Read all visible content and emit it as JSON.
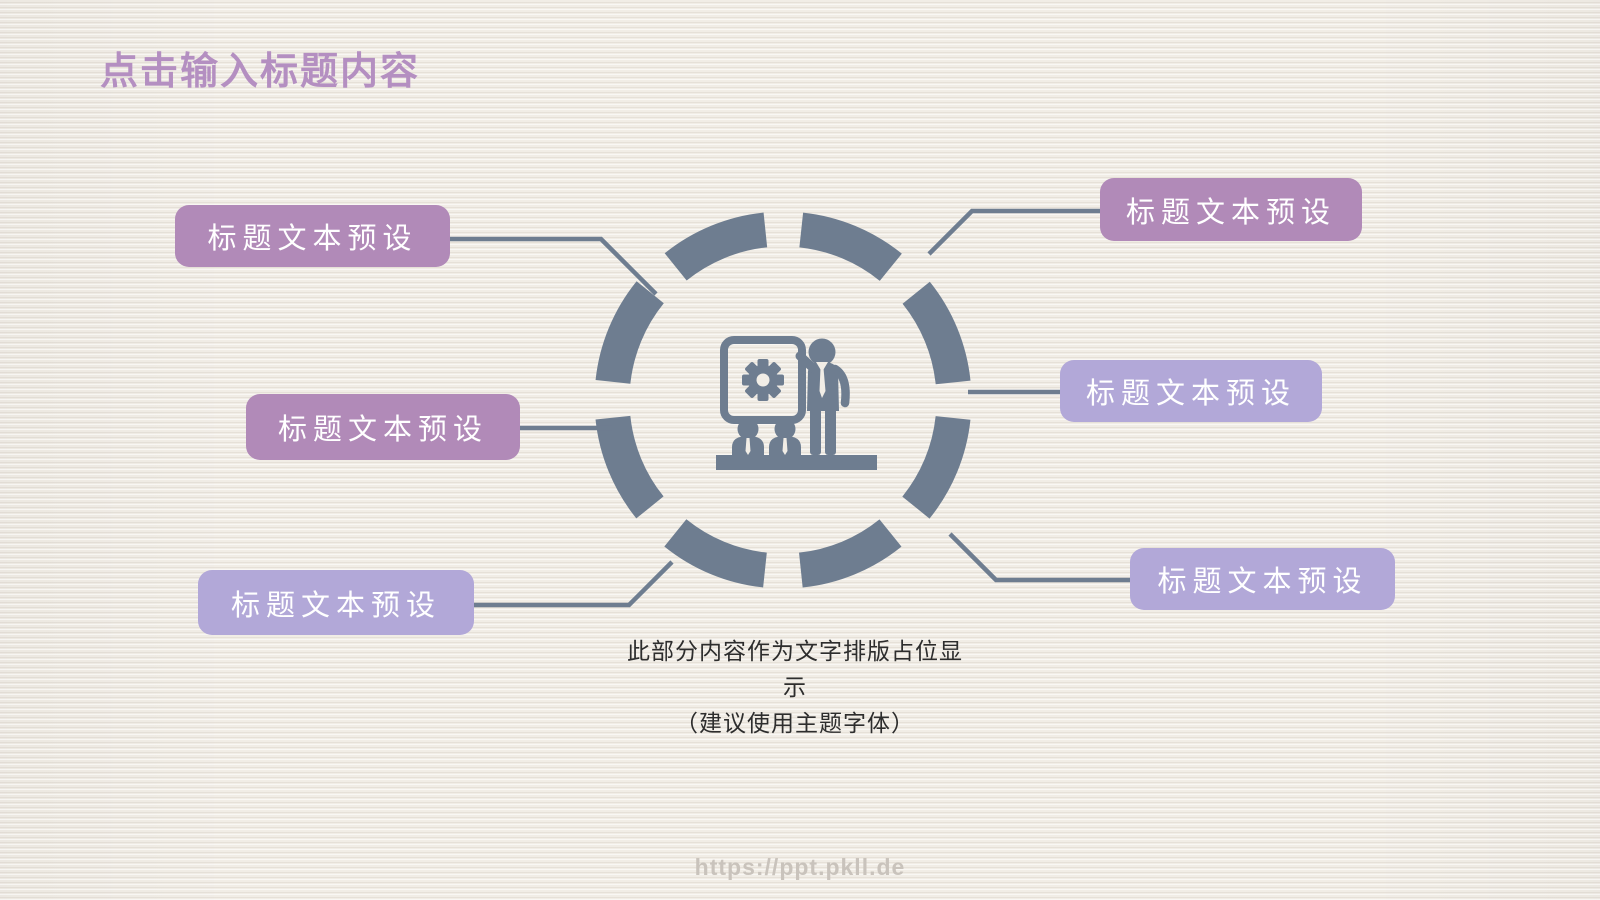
{
  "slide": {
    "title": "点击输入标题内容",
    "boxes": [
      {
        "id": "top-left",
        "label": "标题文本预设",
        "color": "#b18ab8"
      },
      {
        "id": "middle-left",
        "label": "标题文本预设",
        "color": "#b18ab8"
      },
      {
        "id": "bottom-left",
        "label": "标题文本预设",
        "color": "#b2a8d8"
      },
      {
        "id": "top-right",
        "label": "标题文本预设",
        "color": "#b18ab8"
      },
      {
        "id": "middle-right",
        "label": "标题文本预设",
        "color": "#b2a8d8"
      },
      {
        "id": "bottom-right",
        "label": "标题文本预设",
        "color": "#b2a8d8"
      }
    ],
    "caption": {
      "lines": [
        "此部分内容作为文字排版占位显",
        "示",
        "（建议使用主题字体）"
      ]
    },
    "watermark": "https://ppt.pkll.de",
    "icon": {
      "name": "presentation-trainer-icon"
    },
    "colors": {
      "title_text": "#b48fc1",
      "box_purple": "#b18ab8",
      "box_lavender": "#b2a8d8",
      "graphic_slate": "#6e7d90",
      "background_paper": "#f1ede6",
      "caption_text": "#2d2d2d",
      "watermark_text": "#c9c3bc",
      "box_label_text": "#ffffff"
    }
  }
}
